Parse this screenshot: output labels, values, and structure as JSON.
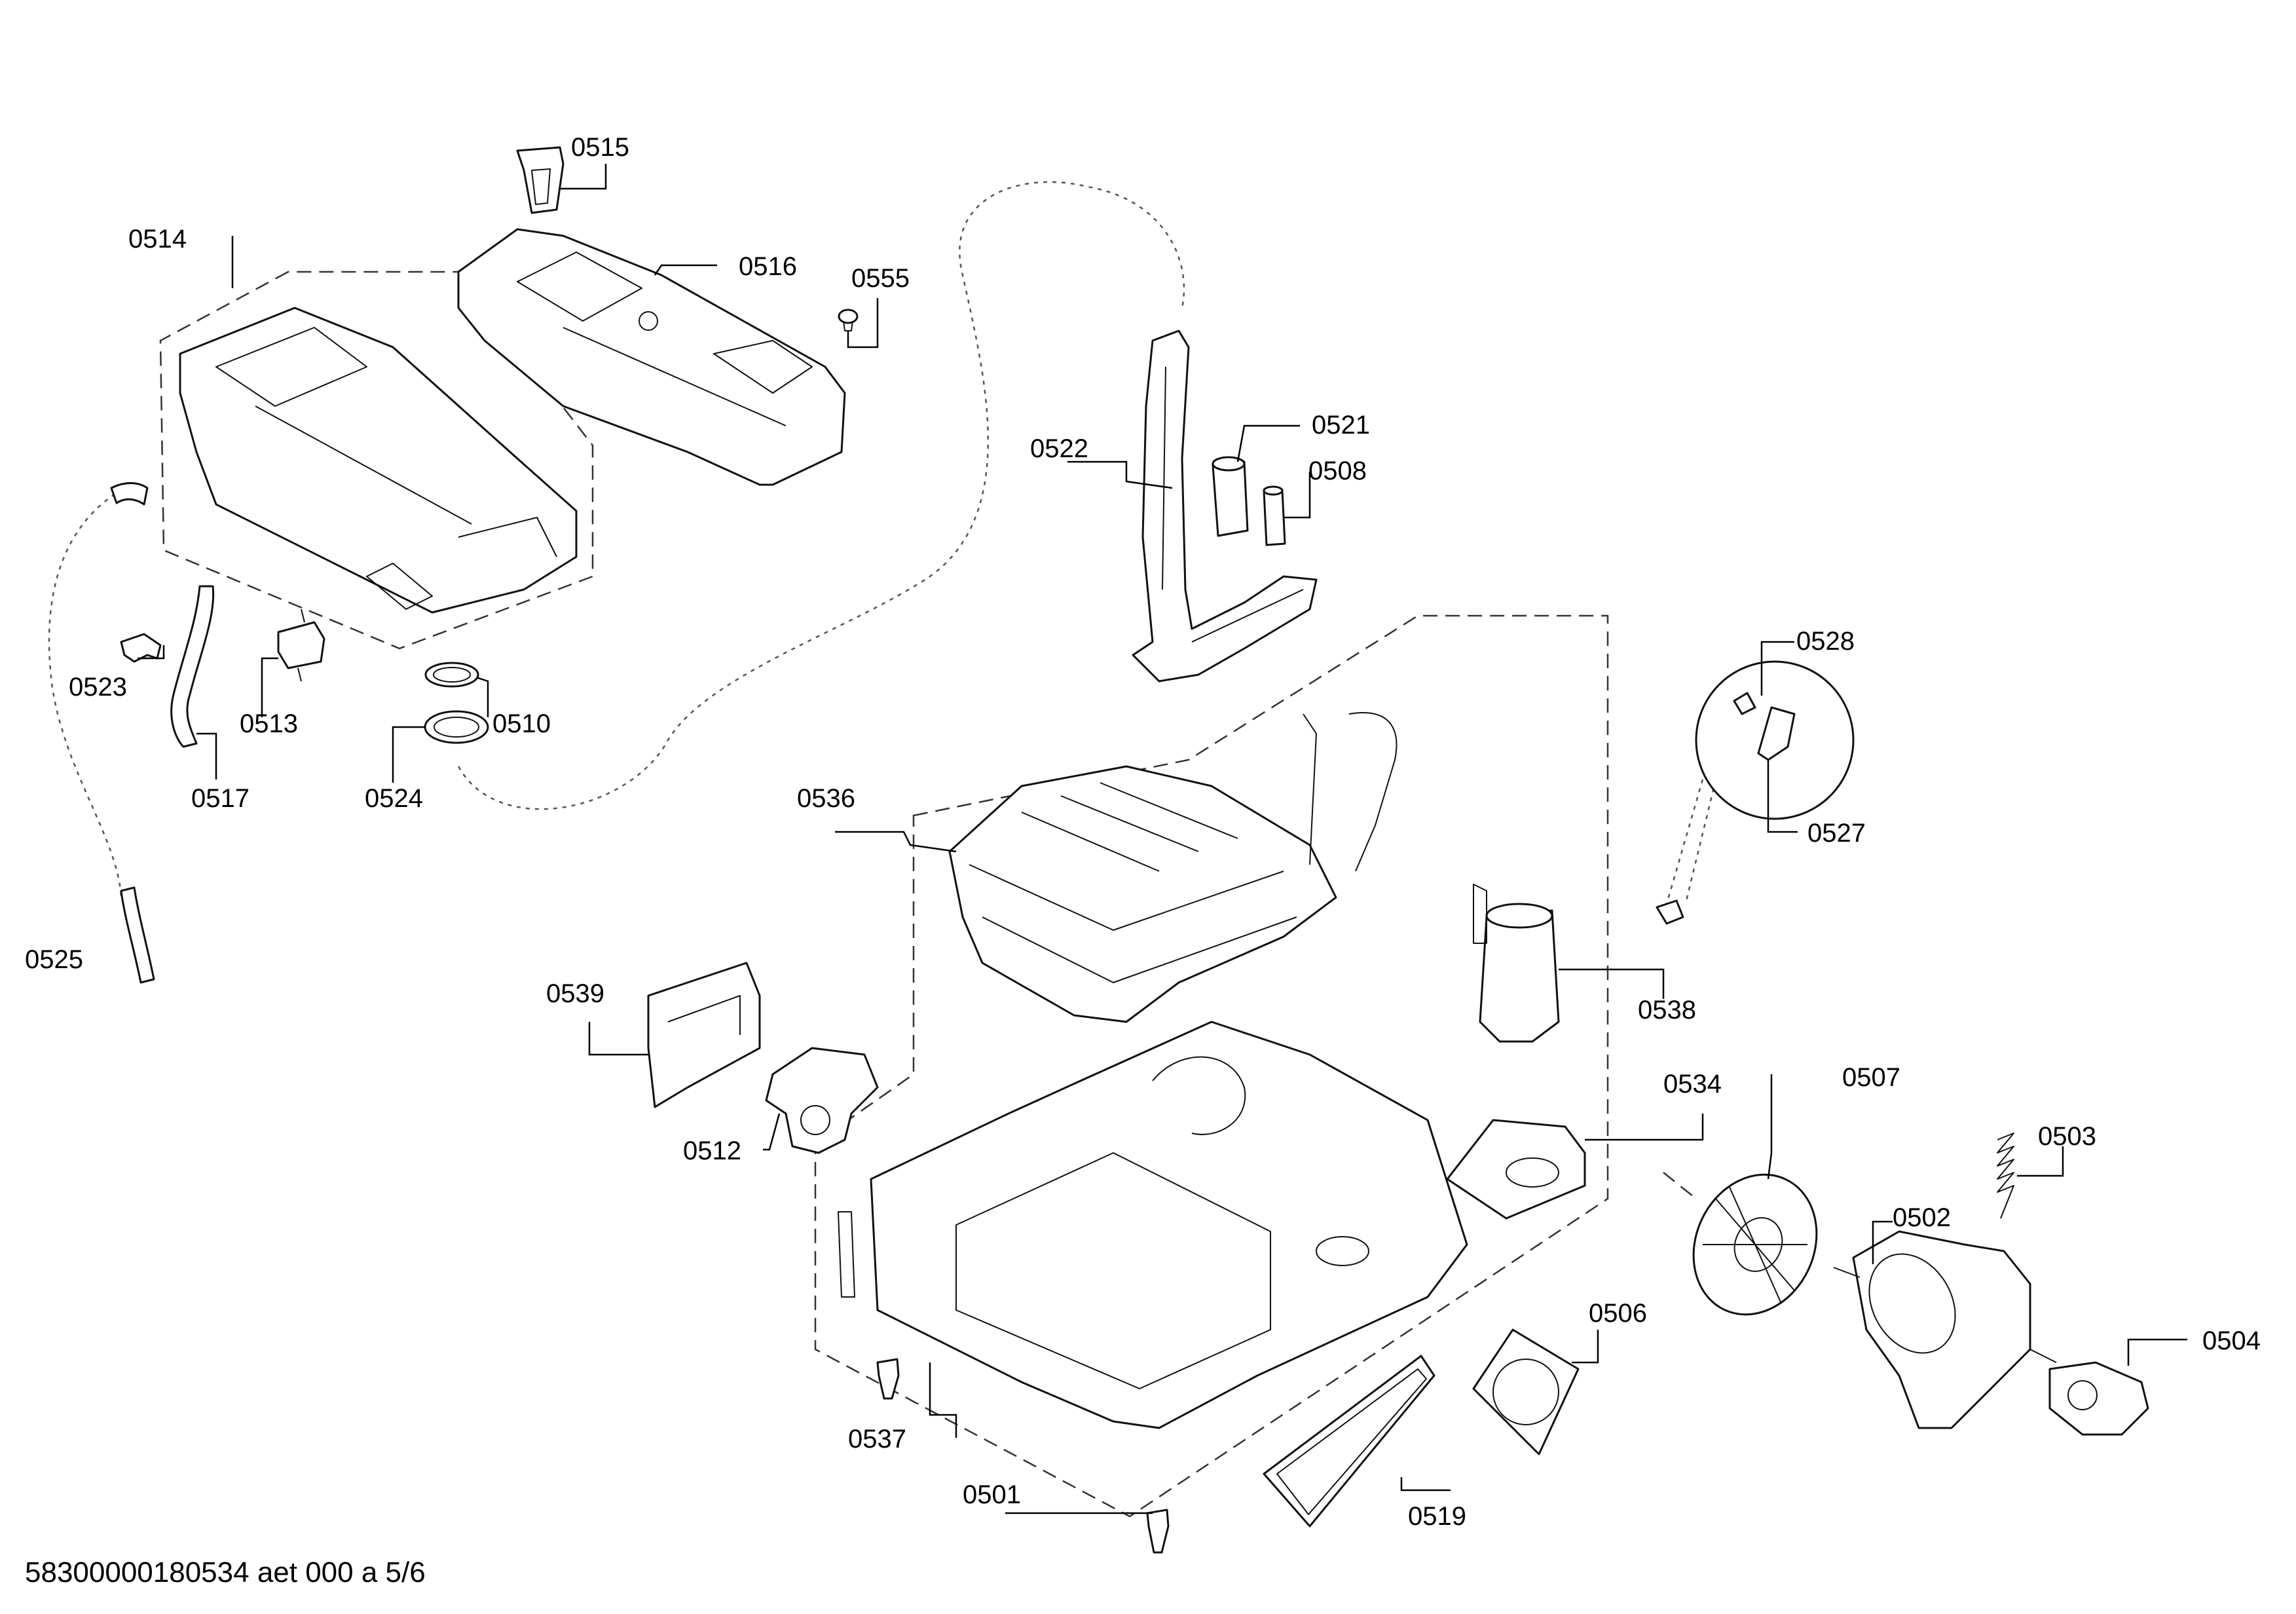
{
  "footer": {
    "text": "58300000180534 aet 000 a 5/6"
  },
  "labels": {
    "p0501": "0501",
    "p0502": "0502",
    "p0503": "0503",
    "p0504": "0504",
    "p0506": "0506",
    "p0507": "0507",
    "p0508": "0508",
    "p0510": "0510",
    "p0512": "0512",
    "p0513": "0513",
    "p0514": "0514",
    "p0515": "0515",
    "p0516": "0516",
    "p0517": "0517",
    "p0519": "0519",
    "p0521": "0521",
    "p0522": "0522",
    "p0523": "0523",
    "p0524": "0524",
    "p0525": "0525",
    "p0527": "0527",
    "p0528": "0528",
    "p0534": "0534",
    "p0536": "0536",
    "p0537": "0537",
    "p0538": "0538",
    "p0539": "0539",
    "p0555": "0555"
  }
}
